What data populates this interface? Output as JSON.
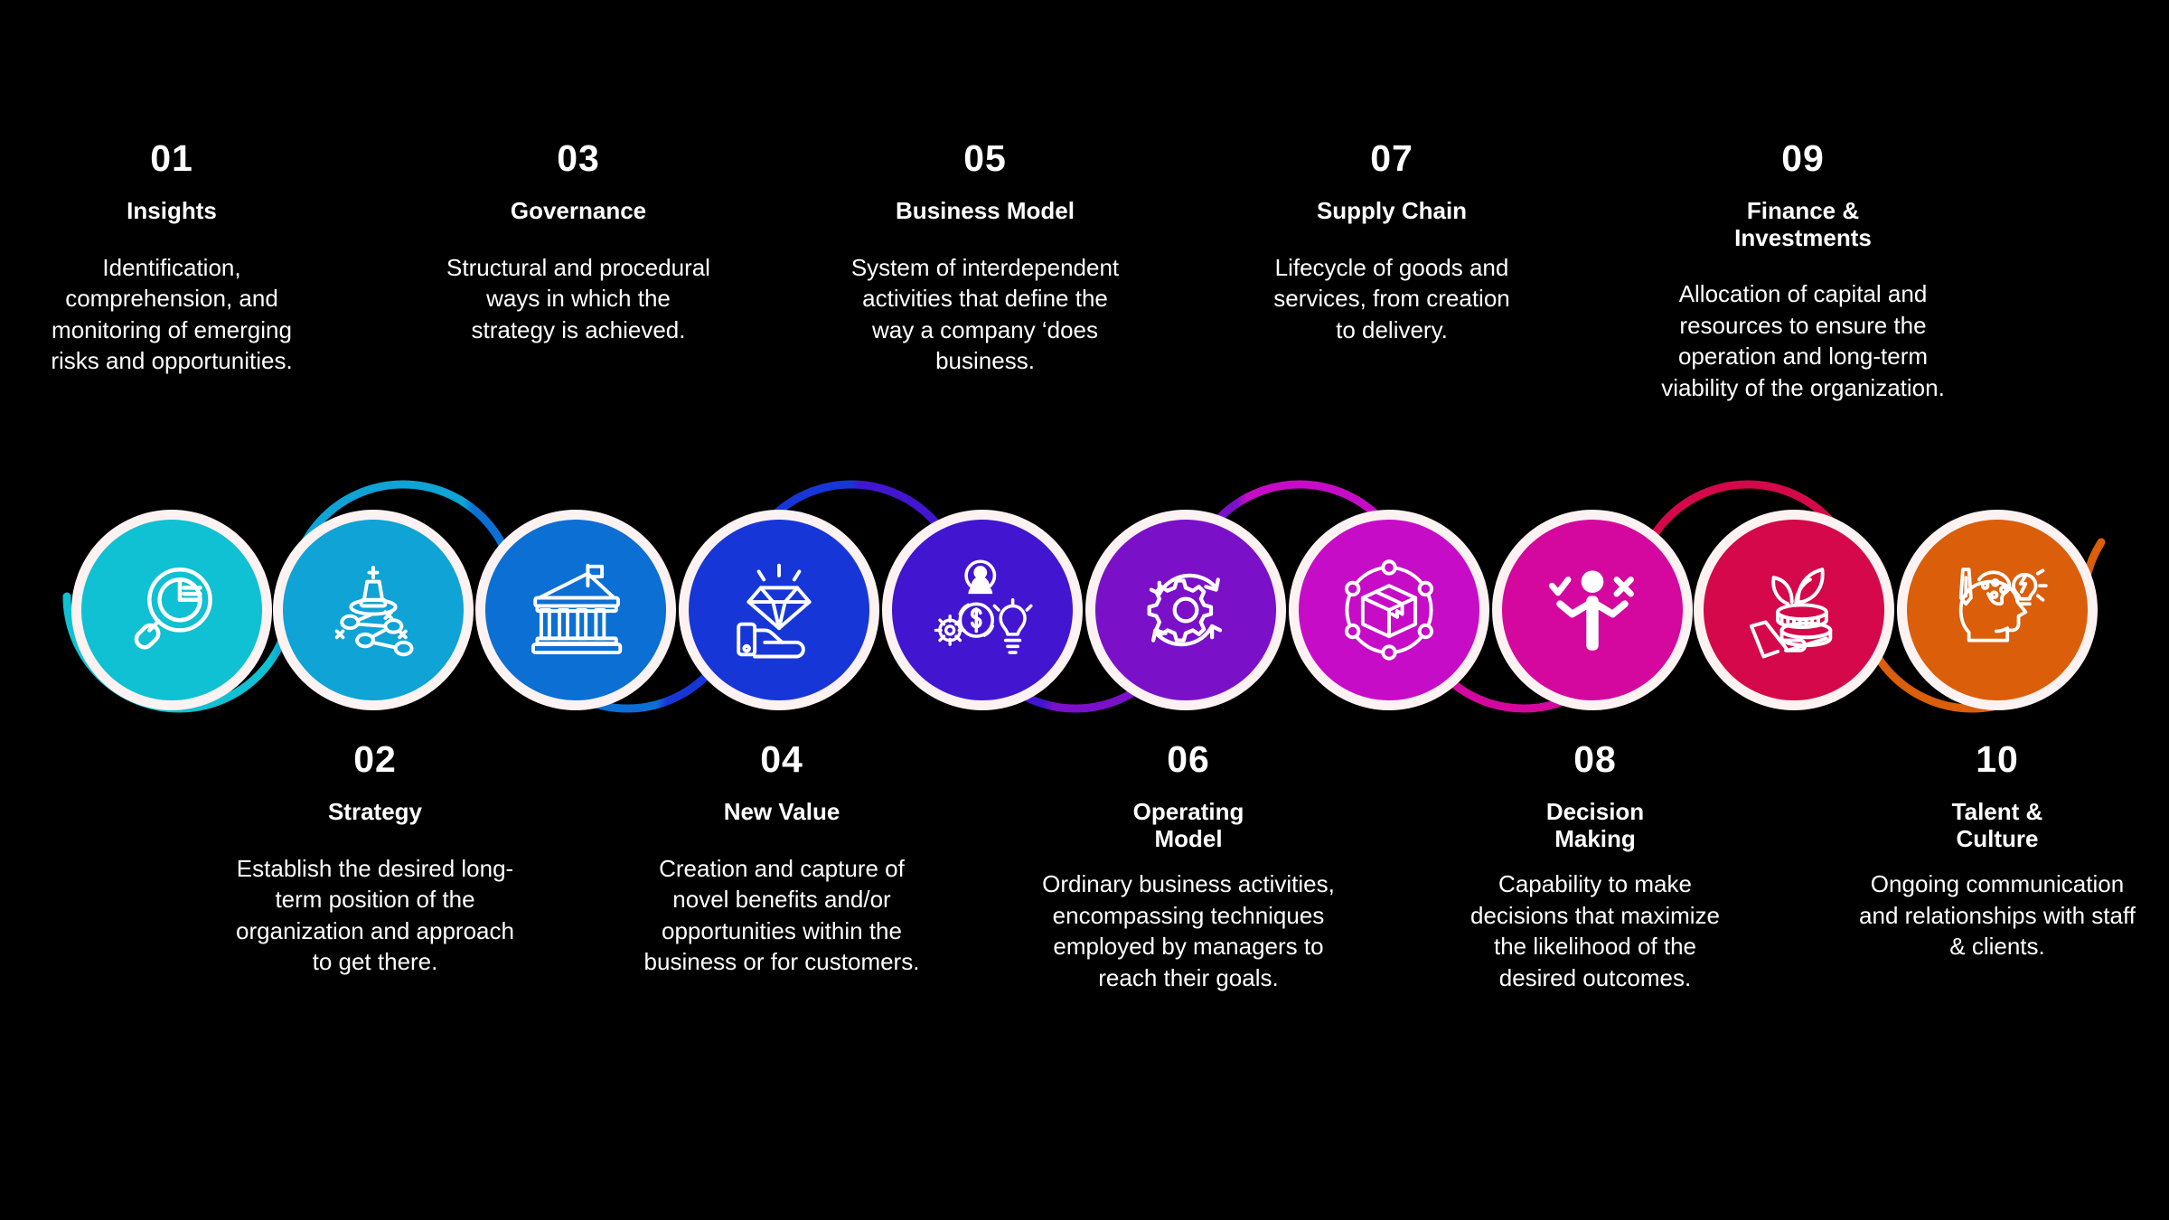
{
  "background_color": "#000000",
  "text_color": "#FFFFFF",
  "ring_color": "#FDF2F2",
  "steps": [
    {
      "number": "01",
      "title": "Insights",
      "description": "Identification, comprehension, and monitoring of emerging risks and opportunities.",
      "icon": "magnifier-pie-chart-icon",
      "color": "#0FC1D2",
      "position": "top"
    },
    {
      "number": "02",
      "title": "Strategy",
      "description": "Establish the desired long-term position of the organization and approach to get there.",
      "icon": "chess-king-strategy-icon",
      "color": "#0FA3D6",
      "position": "bottom"
    },
    {
      "number": "03",
      "title": "Governance",
      "description": "Structural and procedural ways in which the strategy is achieved.",
      "icon": "institution-building-icon",
      "color": "#0B6FD4",
      "position": "top"
    },
    {
      "number": "04",
      "title": "New Value",
      "description": "Creation and capture of novel benefits and/or opportunities within the business or for customers.",
      "icon": "hand-diamond-icon",
      "color": "#1736D8",
      "position": "bottom"
    },
    {
      "number": "05",
      "title": "Business Model",
      "description": "System of interdependent activities that define the way a company ‘does business.",
      "icon": "person-money-gear-bulb-icon",
      "color": "#4216D0",
      "position": "top"
    },
    {
      "number": "06",
      "title": "Operating Model",
      "description": "Ordinary business activities, encompassing techniques employed by managers to reach their goals.",
      "icon": "gear-cycle-icon",
      "color": "#7B10C9",
      "position": "bottom"
    },
    {
      "number": "07",
      "title": "Supply Chain",
      "description": "Lifecycle of goods and services, from creation to delivery.",
      "icon": "package-network-icon",
      "color": "#C70CC7",
      "position": "top"
    },
    {
      "number": "08",
      "title": "Decision Making",
      "description": "Capability to make decisions that maximize the likelihood of the desired outcomes.",
      "icon": "person-choice-icon",
      "color": "#D4089E",
      "position": "bottom"
    },
    {
      "number": "09",
      "title": "Finance & Investments",
      "description": "Allocation of capital and resources to ensure the operation and long-term viability of the organization.",
      "icon": "hand-coins-plant-icon",
      "color": "#D4084A",
      "position": "top"
    },
    {
      "number": "10",
      "title": "Talent & Culture",
      "description": "Ongoing communication and relationships with staff & clients.",
      "icon": "creative-head-icon",
      "color": "#DB5E0B",
      "position": "bottom"
    }
  ],
  "connector": {
    "name": "serpentine-flow-line",
    "segment_colors": [
      "#0FC1D2",
      "#0FA3D6",
      "#0B6FD4",
      "#1736D8",
      "#4216D0",
      "#7B10C9",
      "#C70CC7",
      "#D4089E",
      "#D4084A",
      "#DB5E0B"
    ]
  }
}
